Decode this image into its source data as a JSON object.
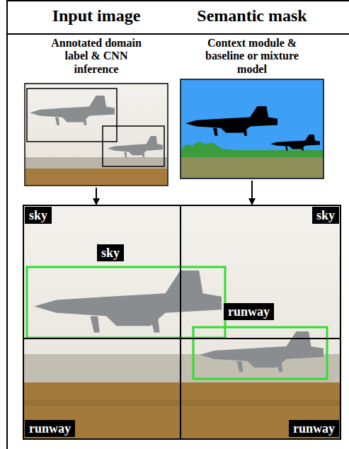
{
  "diagram": {
    "nodes": [
      {
        "text": [
          "sky"
        ]
      },
      {
        "text": [
          "sky"
        ]
      },
      {
        "text": [
          "sky"
        ]
      },
      {
        "text": [
          "runway"
        ]
      },
      {
        "text": [
          "runway"
        ]
      },
      {
        "text": [
          "runway"
        ]
      }
    ],
    "labels": [
      "Input image",
      "Semantic mask",
      "Annotated domain label & CNN inference",
      "Context module & baseline or mixture model"
    ]
  }
}
